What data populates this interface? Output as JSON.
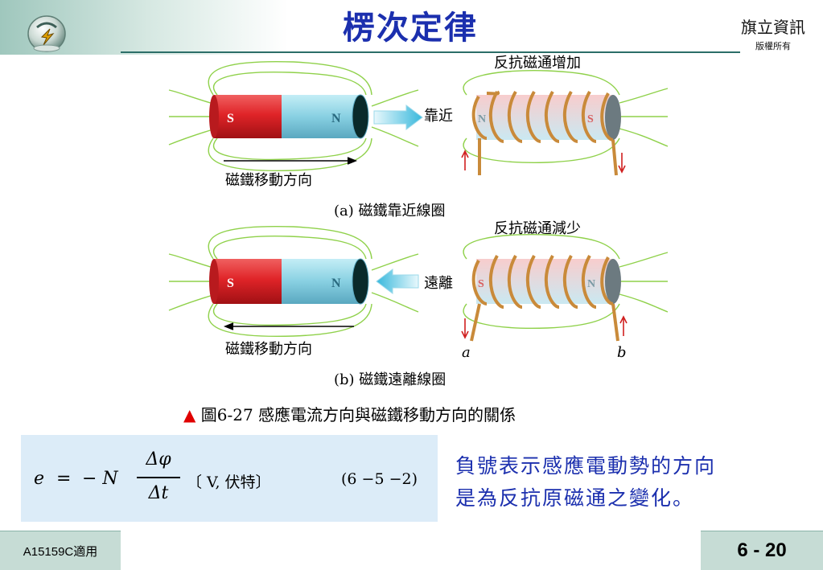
{
  "header": {
    "title": "楞次定律",
    "publisher": "旗立資訊",
    "copyright": "版權所有"
  },
  "figure": {
    "top": {
      "oppose_label": "反抗磁通增加",
      "approach_label": "靠近",
      "magnet_s": "S",
      "magnet_n": "N",
      "coil_s": "S",
      "coil_n": "N",
      "direction_label": "磁鐵移動方向",
      "caption": "(a) 磁鐵靠近線圈"
    },
    "bottom": {
      "oppose_label": "反抗磁通減少",
      "away_label": "遠離",
      "magnet_s": "S",
      "magnet_n": "N",
      "coil_s": "S",
      "coil_n": "N",
      "direction_label": "磁鐵移動方向",
      "terminal_a": "a",
      "terminal_b": "b",
      "caption": "(b) 磁鐵遠離線圈"
    },
    "figure_caption_marker": "▲",
    "figure_caption": "圖6-27  感應電流方向與磁鐵移動方向的關係"
  },
  "formula": {
    "lhs": "e",
    "equals": "=",
    "minus_n": "− N",
    "numerator": "Δφ",
    "denominator": "Δt",
    "unit": "〔 V, 伏特〕",
    "number": "(6 −5 −2)"
  },
  "note": {
    "line1": "負號表示感應電動勢的方向",
    "line2": "是為反抗原磁通之變化。"
  },
  "footer": {
    "course_code": "A15159C適用",
    "page": "6 - 20"
  },
  "colors": {
    "title": "#1b2fae",
    "note": "#1b2fae",
    "magnet_s": "#d8282c",
    "magnet_n": "#8fd6e6",
    "coil": "#c98a3a",
    "field_lines": "#8fd14a",
    "footer_bg": "#c6dcd5",
    "formula_bg": "#dcecf8"
  }
}
